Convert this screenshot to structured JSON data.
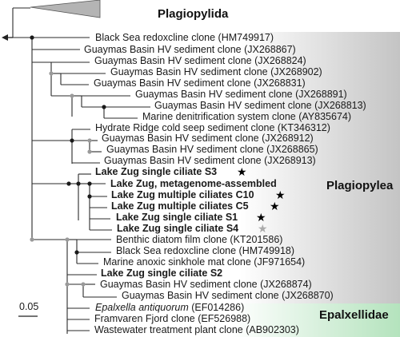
{
  "groups": {
    "plagiopylida": "Plagiopylida",
    "plagiopylea": "Plagiopylea",
    "epalxellidae": "Epalxellidae"
  },
  "scale_bar": {
    "label": "0.05"
  },
  "leaves": [
    {
      "text": "Black Sea redoxcline clone (HM749917)"
    },
    {
      "text": "Guaymas Basin HV sediment clone (JX268867)"
    },
    {
      "text": "Guaymas Basin HV sediment clone (JX268824)"
    },
    {
      "text": "Guaymas Basin HV sediment clone (JX268902)"
    },
    {
      "text": "Guaymas Basin HV sediment clone (JX268831)"
    },
    {
      "text": "Guaymas Basin HV sediment clone (JX268891)"
    },
    {
      "text": "Guaymas Basin HV sediment clone (JX268813)"
    },
    {
      "text": "Marine denitrification system clone (AY835674)"
    },
    {
      "text": "Hydrate Ridge cold seep sediment clone (KT346312)"
    },
    {
      "text": "Guaymas Basin HV sediment clone (JX268912)"
    },
    {
      "text": "Guaymas Basin HV sediment clone (JX268865)"
    },
    {
      "text": "Guaymas Basin HV sediment clone (JX268913)"
    },
    {
      "text": "Lake Zug single ciliate S3",
      "bold": true,
      "star": "black"
    },
    {
      "text": "Lake Zug, metagenome-assembled",
      "bold": true
    },
    {
      "text": "Lake Zug multiple ciliates C10",
      "bold": true,
      "star": "black"
    },
    {
      "text": "Lake Zug multiple ciliates C5",
      "bold": true,
      "star": "black"
    },
    {
      "text": "Lake Zug single ciliate S1",
      "bold": true,
      "star": "black"
    },
    {
      "text": "Lake Zug single ciliate S4",
      "bold": true,
      "star": "gray"
    },
    {
      "text": "Benthic diatom film clone (KT201586)"
    },
    {
      "text": "Black Sea redoxcline clone (HM749918)"
    },
    {
      "text": "Marine anoxic sinkhole mat clone (JF971654)"
    },
    {
      "text": "Lake Zug single ciliate S2",
      "bold": true
    },
    {
      "text": "Guaymas Basin HV sediment clone (JX268874)"
    },
    {
      "text": "Guaymas Basin HV sediment clone (JX268870)"
    },
    {
      "text": "Epalxella antiquorum",
      "italic": true,
      "suffix": " (EF014286)"
    },
    {
      "text": "Framvaren Fjord clone (EF526988)"
    },
    {
      "text": "Wastewater treatment plant clone (AB902303)"
    }
  ],
  "colors": {
    "branch": "#2a2a2a",
    "support_black": "#1a1a1a",
    "support_gray": "#9a9a9a",
    "clade_triangle": "#b4b4b4",
    "plagiopylea_shade_start": "#ffffff",
    "plagiopylea_shade_end": "#c4c4c4",
    "epalxellidae_shade_start": "#ffffff",
    "epalxellidae_shade_end": "#b4e3bd"
  }
}
